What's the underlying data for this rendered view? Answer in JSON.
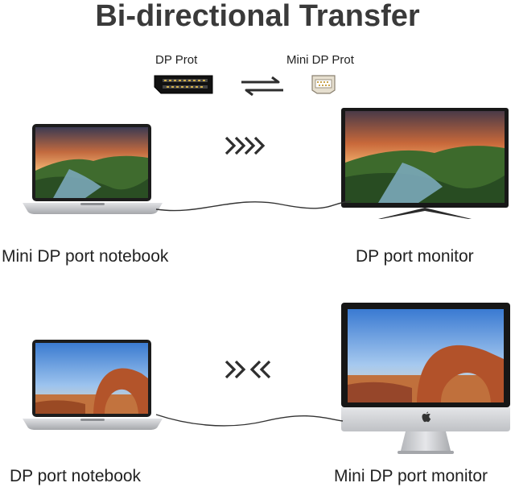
{
  "title": "Bi-directional Transfer",
  "ports": {
    "left_label": "DP Prot",
    "right_label": "Mini DP Prot"
  },
  "row1": {
    "left_caption": "Mini DP port notebook",
    "right_caption": "DP port monitor"
  },
  "row2": {
    "left_caption": "DP port notebook",
    "right_caption": "Mini DP port monitor"
  },
  "colors": {
    "title": "#3a3a3a",
    "text": "#222222",
    "arrow": "#2e2e2e",
    "device_frame": "#1c1c1c",
    "silver": "#c8c9cc",
    "cable": "#333333"
  },
  "icons": {
    "dp_port": "dp-port-icon",
    "mini_dp_port": "mini-dp-port-icon",
    "swap": "swap-arrows-icon",
    "forward": "triple-chevron-right-icon",
    "bidirectional": "chevrons-converge-icon"
  }
}
